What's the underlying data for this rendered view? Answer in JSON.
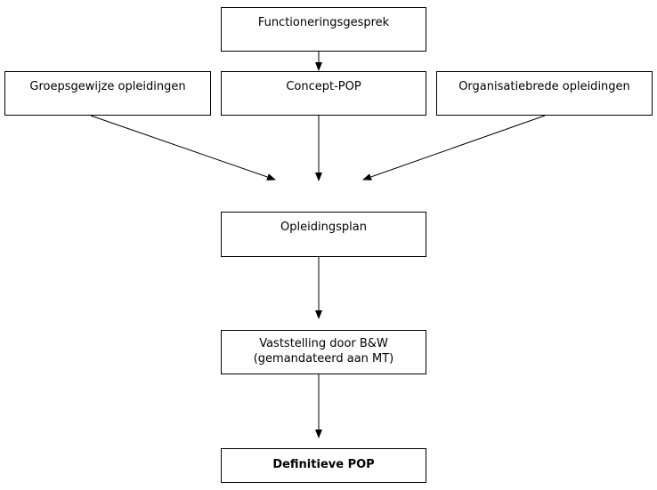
{
  "nodes": {
    "functioneringsgesprek": "Functioneringsgesprek",
    "groepsgewijze_opleidingen": "Groepsgewijze opleidingen",
    "concept_pop": "Concept-POP",
    "organisatiebrede_opleidingen": "Organisatiebrede opleidingen",
    "opleidingsplan": "Opleidingsplan",
    "vaststelling_line1": "Vaststelling door B&W",
    "vaststelling_line2": "(gemandateerd aan MT)",
    "definitieve_pop": "Definitieve POP"
  },
  "edges": [
    {
      "from": "Functioneringsgesprek",
      "to": "Concept-POP"
    },
    {
      "from": "Groepsgewijze opleidingen",
      "to": "Opleidingsplan"
    },
    {
      "from": "Concept-POP",
      "to": "Opleidingsplan"
    },
    {
      "from": "Organisatiebrede opleidingen",
      "to": "Opleidingsplan"
    },
    {
      "from": "Opleidingsplan",
      "to": "Vaststelling door B&W"
    },
    {
      "from": "Vaststelling door B&W",
      "to": "Definitieve POP"
    }
  ],
  "colors": {
    "line": "#000000",
    "box_border": "#000000",
    "background": "#ffffff"
  }
}
